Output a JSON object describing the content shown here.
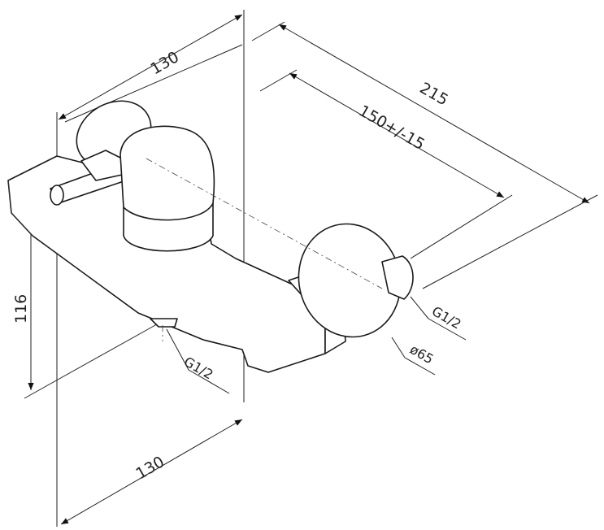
{
  "drawing": {
    "dim_width_top": "130",
    "dim_depth_total": "215",
    "dim_depth_adjust": "150+/-15",
    "dim_height": "116",
    "dim_width_bottom": "130",
    "outlet_thread": "G1/2",
    "inlet_thread": "G1/2",
    "flange_diameter": "ø65"
  }
}
